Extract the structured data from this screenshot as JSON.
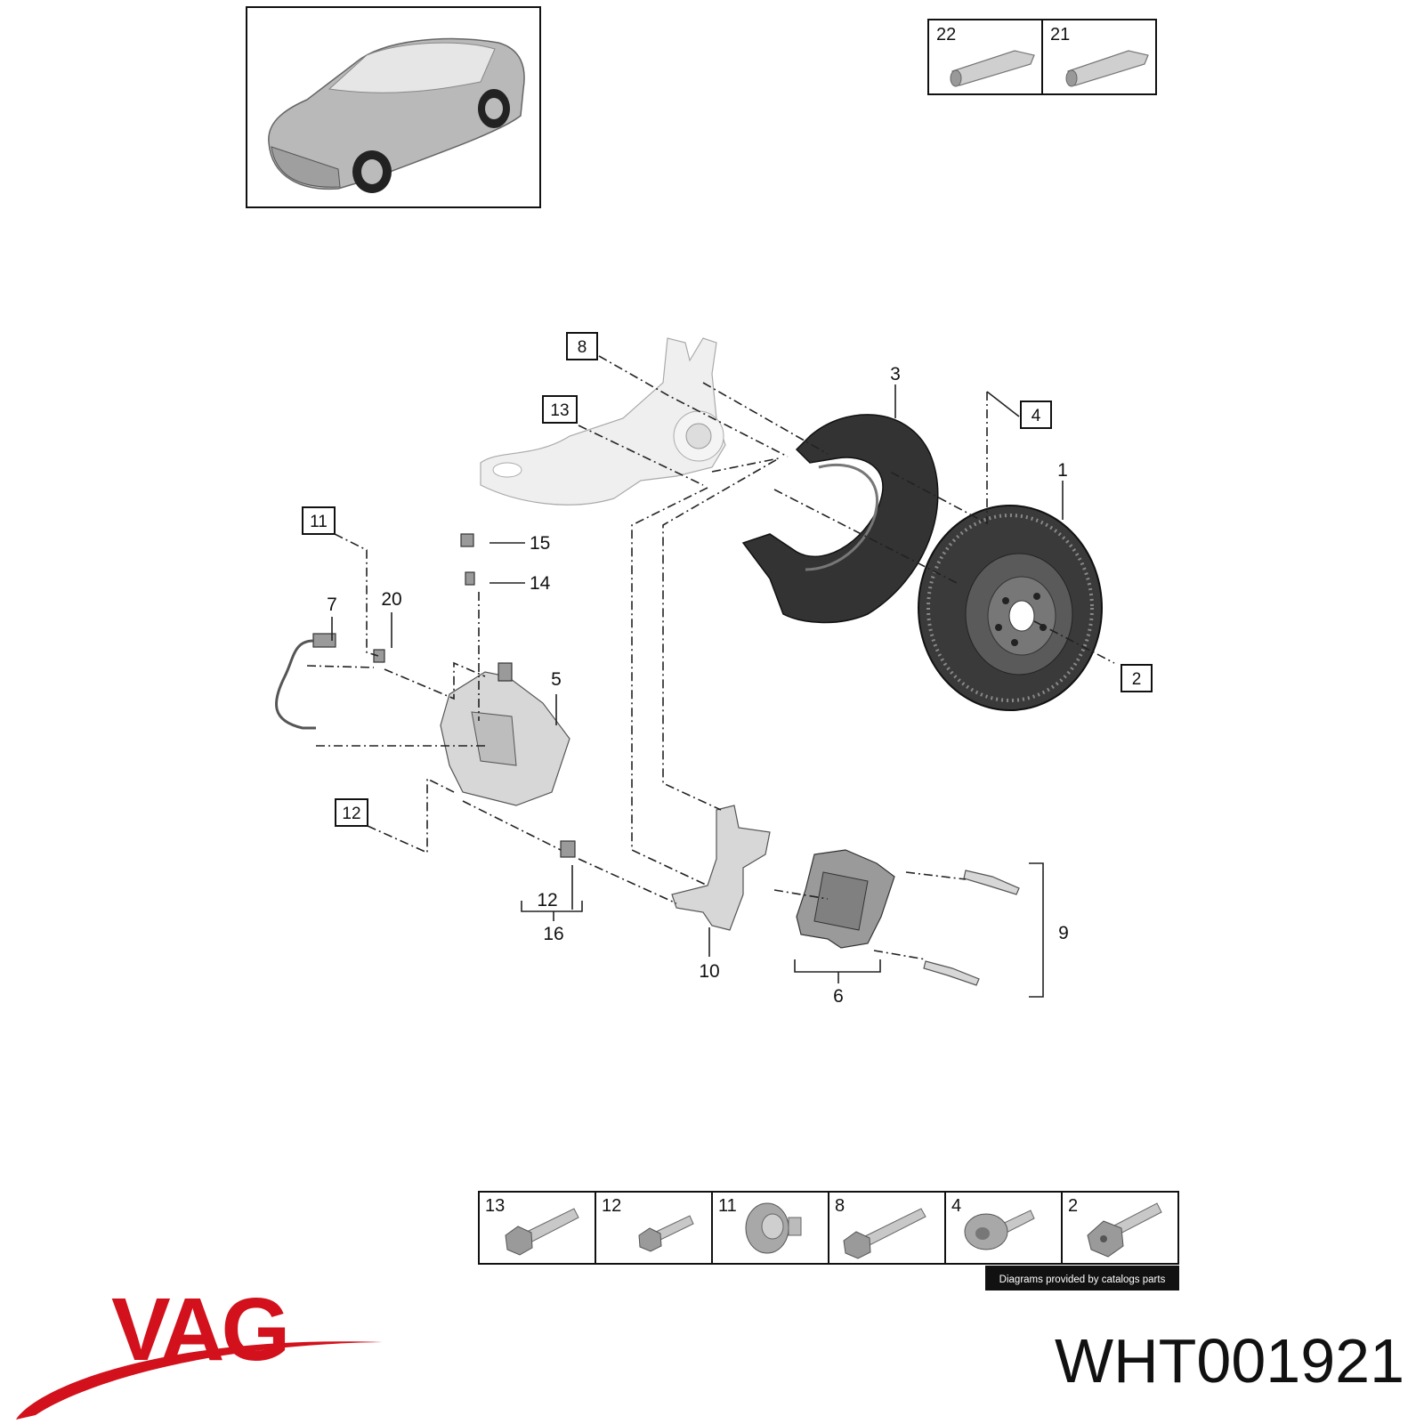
{
  "brand": {
    "name": "VAG",
    "color": "#d2111c"
  },
  "part_number": "WHT001921",
  "credit": "Diagrams provided by catalogs parts",
  "top_consumables": [
    {
      "label": "22",
      "icon": "grease-tube-icon"
    },
    {
      "label": "21",
      "icon": "grease-tube-icon"
    }
  ],
  "bolts": [
    {
      "label": "13",
      "icon": "hex-bolt-icon"
    },
    {
      "label": "12",
      "icon": "hex-bolt-icon"
    },
    {
      "label": "11",
      "icon": "wheel-nut-icon"
    },
    {
      "label": "8",
      "icon": "hex-bolt-icon"
    },
    {
      "label": "4",
      "icon": "flange-bolt-icon"
    },
    {
      "label": "2",
      "icon": "torx-bolt-icon"
    }
  ],
  "callouts": {
    "c1": "1",
    "c2": "2",
    "c3": "3",
    "c4": "4",
    "c5": "5",
    "c6": "6",
    "c7": "7",
    "c8": "8",
    "c9": "9",
    "c10": "10",
    "c11": "11",
    "c12a": "12",
    "c12b": "12",
    "c13": "13",
    "c14": "14",
    "c15": "15",
    "c16": "16",
    "c20": "20"
  }
}
